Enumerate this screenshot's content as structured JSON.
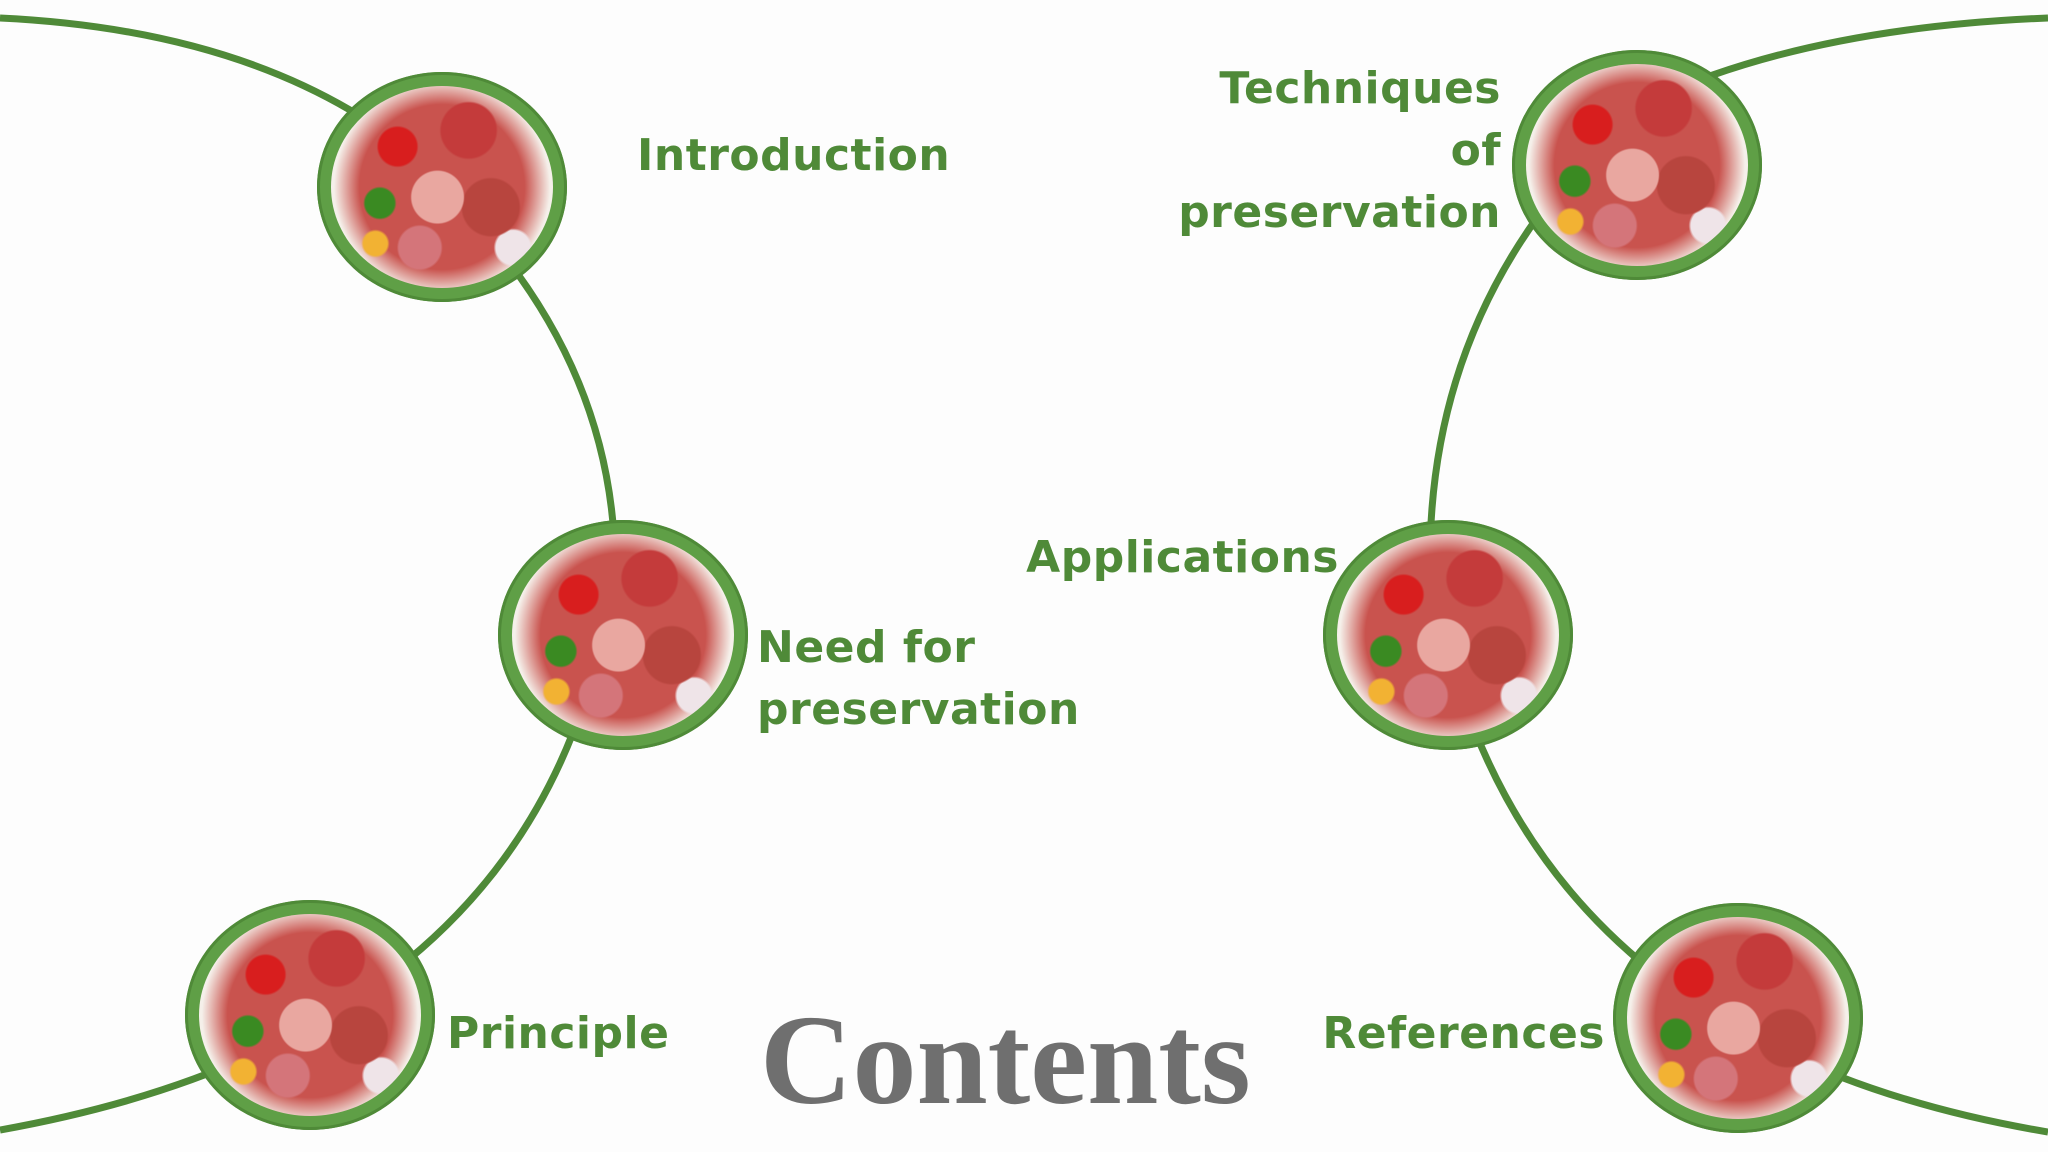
{
  "title": "Contents",
  "colors": {
    "accent": "#5f9f46",
    "line": "#4f8a38",
    "title": "#6f6f6f"
  },
  "items": [
    {
      "label": "Introduction"
    },
    {
      "label": "Need for\npreservation"
    },
    {
      "label": "Principle"
    },
    {
      "label": "Techniques\nof\npreservation"
    },
    {
      "label": "Applications"
    },
    {
      "label": "References"
    }
  ]
}
